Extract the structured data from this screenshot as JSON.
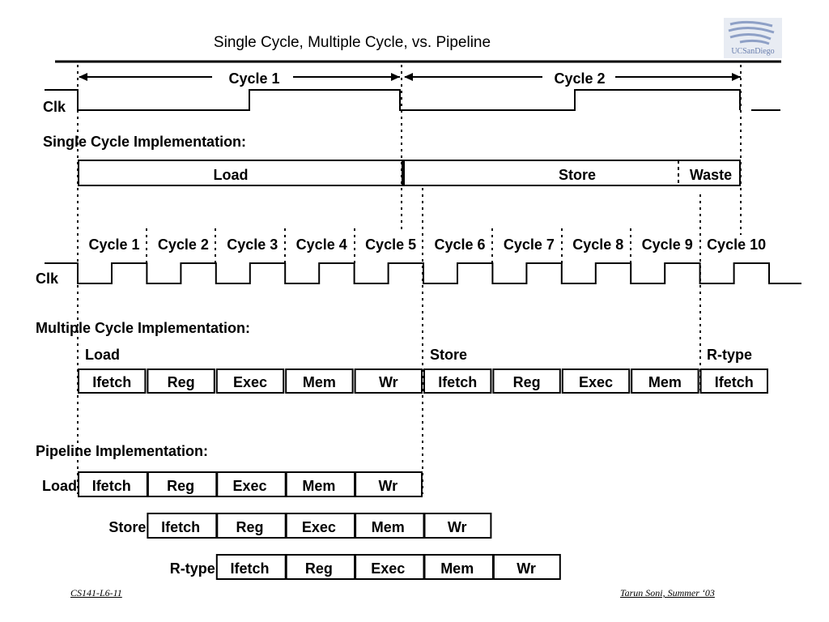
{
  "title": "Single Cycle, Multiple Cycle, vs. Pipeline",
  "logo_text": "UCSanDiego",
  "clk_label": "Clk",
  "single_cycle": {
    "header": "Single Cycle Implementation:",
    "cycles": [
      "Cycle 1",
      "Cycle 2"
    ],
    "boxes": [
      "Load",
      "Store",
      "Waste"
    ]
  },
  "multi_cycle": {
    "header": "Multiple Cycle Implementation:",
    "cycles": [
      "Cycle 1",
      "Cycle 2",
      "Cycle 3",
      "Cycle 4",
      "Cycle 5",
      "Cycle 6",
      "Cycle 7",
      "Cycle 8",
      "Cycle 9",
      "Cycle 10"
    ],
    "instructions": [
      "Load",
      "Store",
      "R-type"
    ],
    "stages": [
      "Ifetch",
      "Reg",
      "Exec",
      "Mem",
      "Wr",
      "Ifetch",
      "Reg",
      "Exec",
      "Mem",
      "Ifetch"
    ]
  },
  "pipeline": {
    "header": "Pipeline Implementation:",
    "rows": [
      {
        "label": "Load",
        "stages": [
          "Ifetch",
          "Reg",
          "Exec",
          "Mem",
          "Wr"
        ]
      },
      {
        "label": "Store",
        "stages": [
          "Ifetch",
          "Reg",
          "Exec",
          "Mem",
          "Wr"
        ]
      },
      {
        "label": "R-type",
        "stages": [
          "Ifetch",
          "Reg",
          "Exec",
          "Mem",
          "Wr"
        ]
      }
    ]
  },
  "footer": {
    "left": "CS141-L6-11",
    "right": "Tarun Soni, Summer ‘03"
  }
}
